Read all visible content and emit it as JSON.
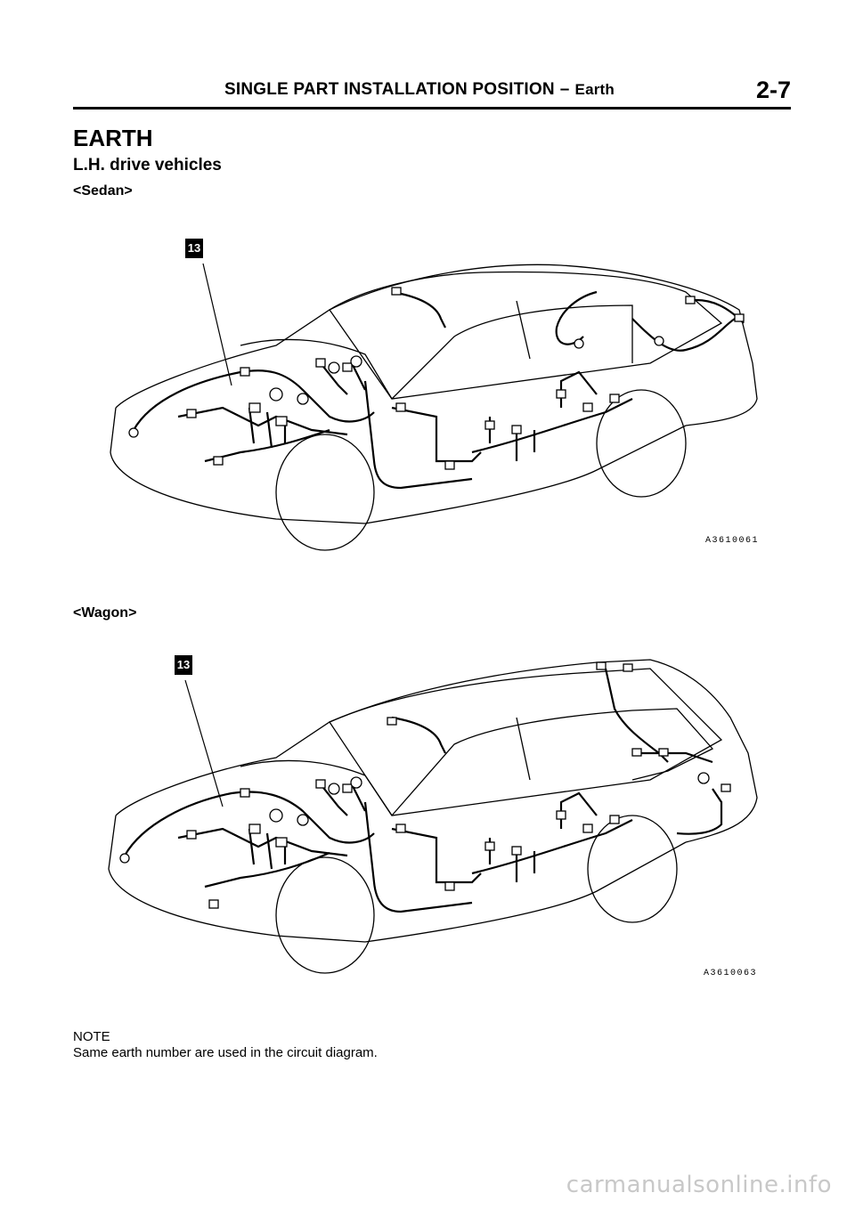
{
  "header": {
    "title": "SINGLE PART INSTALLATION POSITION",
    "dash": "–",
    "subtitle": "Earth",
    "page_number": "2-7"
  },
  "section_title": "EARTH",
  "subsection_title": "L.H. drive vehicles",
  "figures": [
    {
      "variant": "<Sedan>",
      "earth_marker": "13",
      "figure_code": "A3610061"
    },
    {
      "variant": "<Wagon>",
      "earth_marker": "13",
      "figure_code": "A3610063"
    }
  ],
  "note": {
    "label": "NOTE",
    "text": "Same earth number are used in the circuit diagram."
  },
  "watermark": "carmanualsonline.info"
}
